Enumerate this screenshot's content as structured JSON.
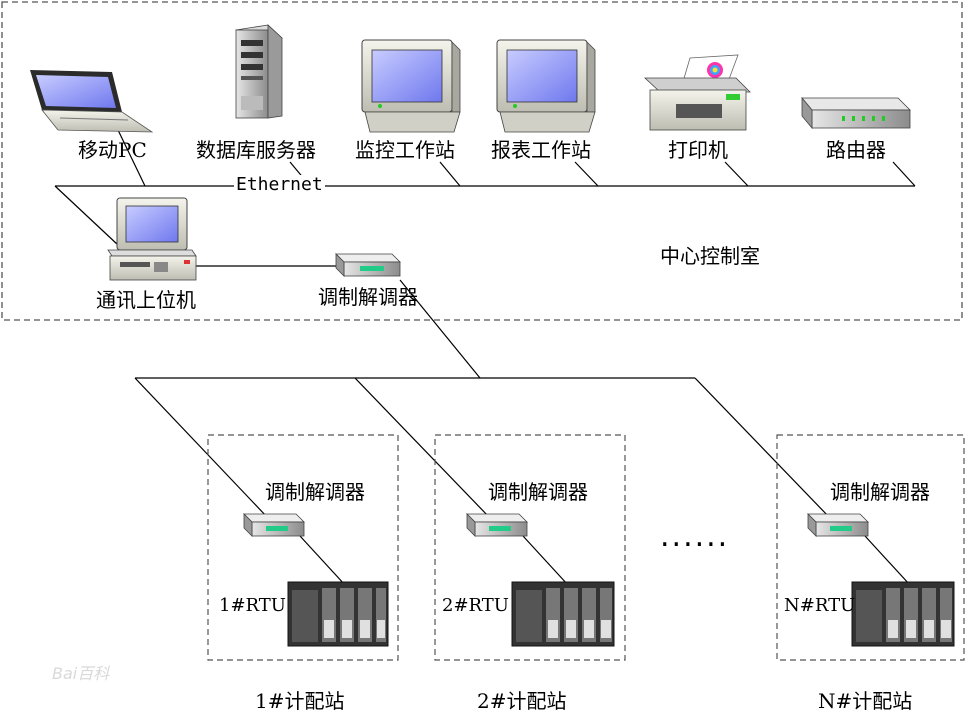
{
  "central_room": {
    "title": "中心控制室",
    "devices": {
      "mobile_pc": "移动PC",
      "db_server": "数据库服务器",
      "monitor_station": "监控工作站",
      "report_station": "报表工作站",
      "printer": "打印机",
      "router": "路由器",
      "comm_host": "通讯上位机",
      "modem": "调制解调器"
    },
    "network_label": "Ethernet"
  },
  "stations": [
    {
      "modem_label": "调制解调器",
      "rtu_label": "1#RTU",
      "name": "1#计配站"
    },
    {
      "modem_label": "调制解调器",
      "rtu_label": "2#RTU",
      "name": "2#计配站"
    },
    {
      "modem_label": "调制解调器",
      "rtu_label": "N#RTU",
      "name": "N#计配站"
    }
  ],
  "ellipsis": "......",
  "watermark": "Bai百科"
}
